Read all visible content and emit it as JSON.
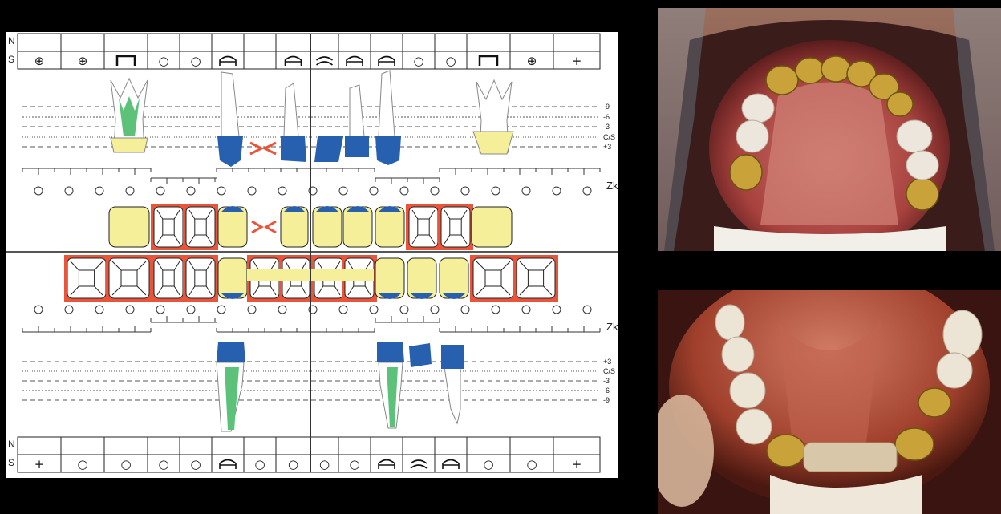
{
  "chart": {
    "upper_row_labels": [
      "N",
      "S"
    ],
    "upper_status_symbols": [
      "⊕",
      "⊕",
      "crown",
      "○",
      "○",
      "arch",
      "",
      "arch",
      "double-arch",
      "arch",
      "arch",
      "○",
      "○",
      "crown",
      "⊕",
      "+"
    ],
    "lower_row_labels": [
      "N",
      "S"
    ],
    "lower_status_symbols": [
      "+",
      "○",
      "○",
      "○",
      "○",
      "arch",
      "○",
      "○",
      "○",
      "○",
      "arch",
      "double-arch",
      "arch",
      "○",
      "○",
      "+"
    ],
    "level_labels_upper": [
      "-9",
      "-6",
      "-3",
      "C/S hran",
      "+3"
    ],
    "level_labels_lower": [
      "+3",
      "C/S hran",
      "-3",
      "-6",
      "-9"
    ],
    "zk_label_upper": "Zk",
    "zk_label_lower": "Zk",
    "colors": {
      "crown_yellow": "#f5ef9a",
      "enamel_blue": "#2860b0",
      "root_green": "#5cc27a",
      "replaced_red": "#e8553a",
      "arrow_red": "#e8553a"
    }
  },
  "photos": {
    "upper_icon": "upper-jaw-photo",
    "lower_icon": "lower-jaw-photo"
  }
}
